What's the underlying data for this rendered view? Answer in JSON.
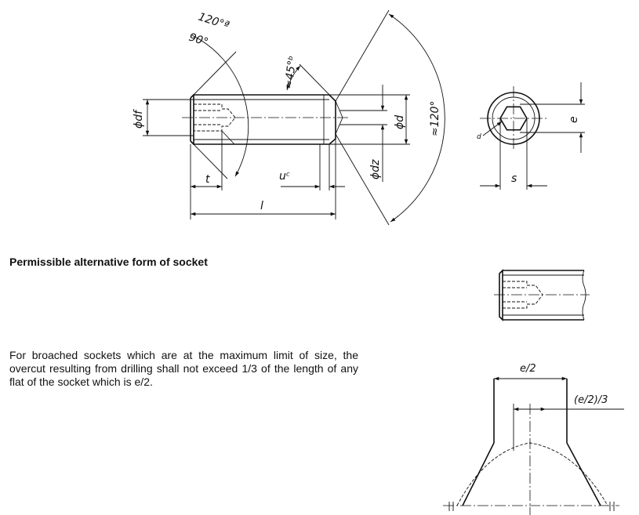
{
  "labels": {
    "angle_120_a": "120°ª",
    "angle_90": "90°",
    "angle_45_b": "≈45°ᵇ",
    "angle_120_approx": "≈120°",
    "diameter_df": "ϕdf",
    "diameter_d": "ϕd",
    "diameter_dz": "ϕdz",
    "length_t": "t",
    "length_u_c": "uᶜ",
    "length_l": "l",
    "end_view_d": "d",
    "end_view_e": "e",
    "end_view_s": "s",
    "detail_e_half": "e/2",
    "detail_e_half_third": "(e/2)/3"
  },
  "heading": "Permissible alternative form of socket",
  "note": "For broached sockets which are at the maximum limit of size, the overcut resulting from drilling shall not exceed 1/3 of the length of any flat of the socket which is e/2."
}
